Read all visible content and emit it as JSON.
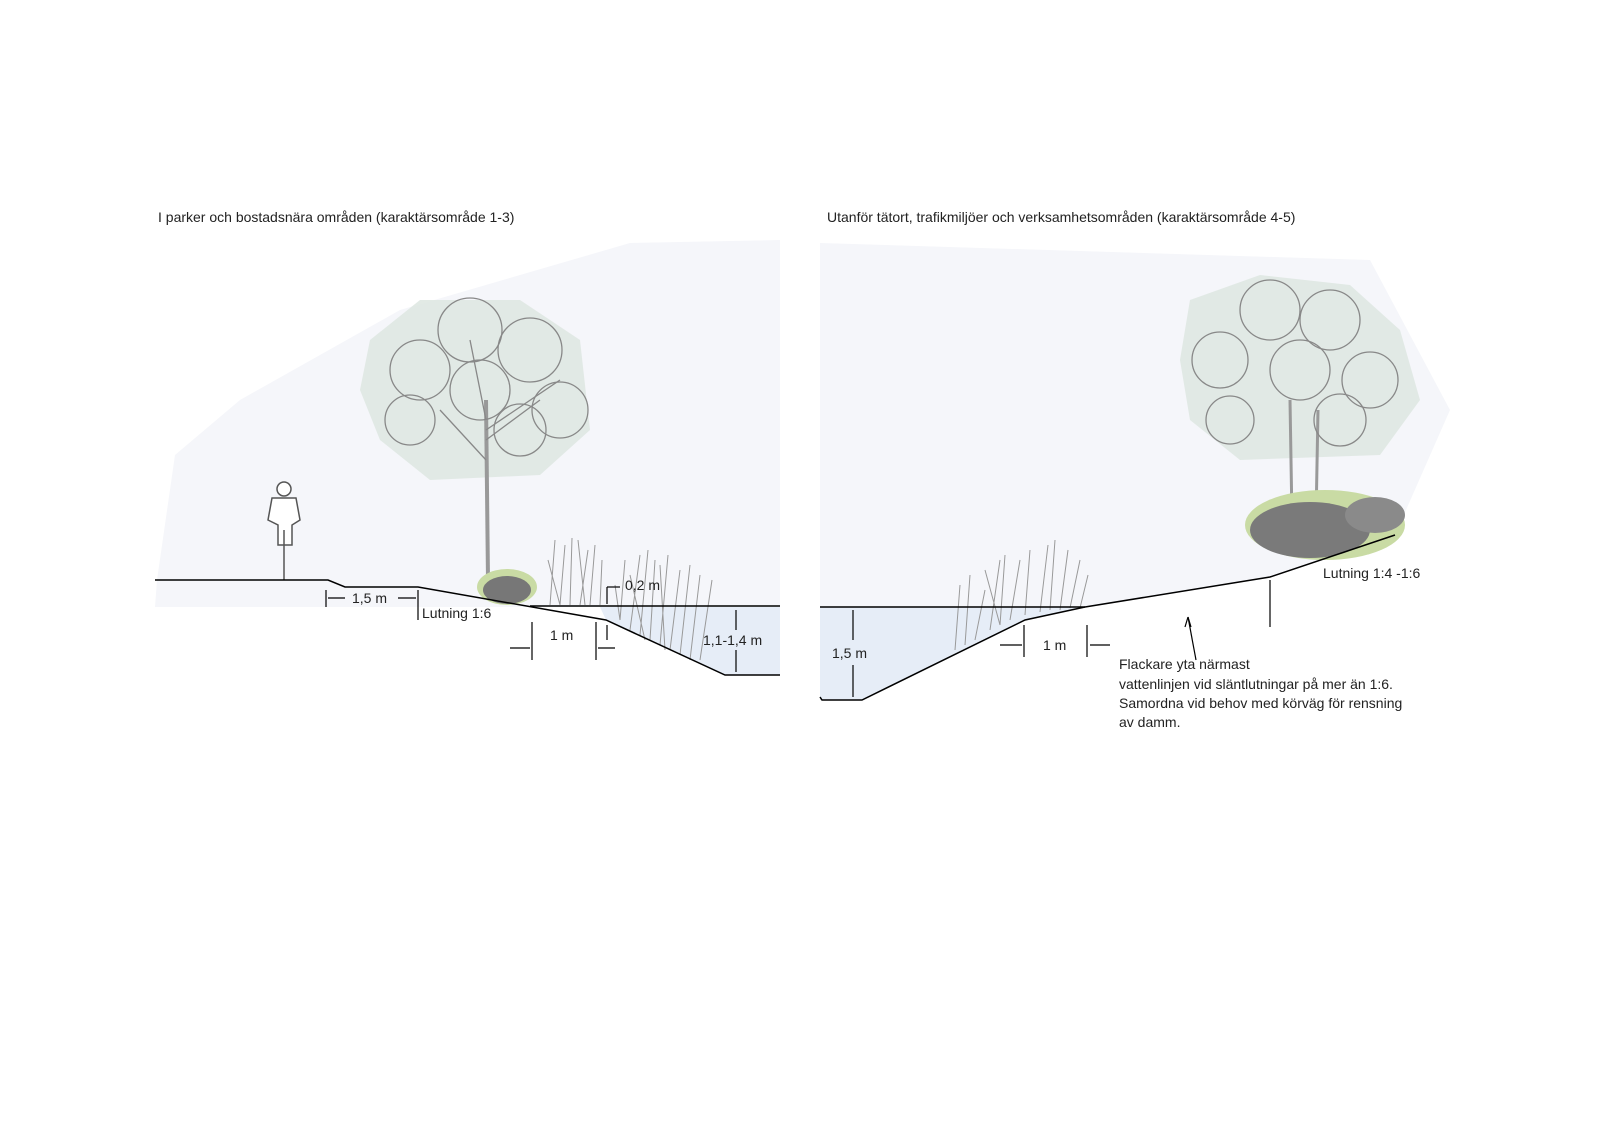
{
  "left_panel": {
    "title": "I parker och bostadsnära områden (karaktärsområde 1-3)",
    "dim_path_width": "1,5 m",
    "slope_label": "Lutning 1:6",
    "dim_shelf_width": "1 m",
    "dim_shelf_depth": "0,2 m",
    "dim_water_depth": "1,1-1,4 m"
  },
  "right_panel": {
    "title": "Utanför tätort, trafikmiljöer och verksamhetsområden (karaktärsområde 4-5)",
    "slope_label": "Lutning 1:4 -1:6",
    "dim_water_depth": "1,5 m",
    "dim_shelf_width": "1 m",
    "note_lines": [
      "Flackare yta närmast",
      "vattenlinjen vid släntlutningar på mer än 1:6.",
      "Samordna vid behov med körväg för rensning",
      "av damm."
    ]
  },
  "colors": {
    "sky": "#f5f6fa",
    "water": "#e6edf7",
    "tree_halo": "#d9e4df",
    "shrub_halo": "#c9dba4",
    "foliage": "#8a8a8a"
  }
}
